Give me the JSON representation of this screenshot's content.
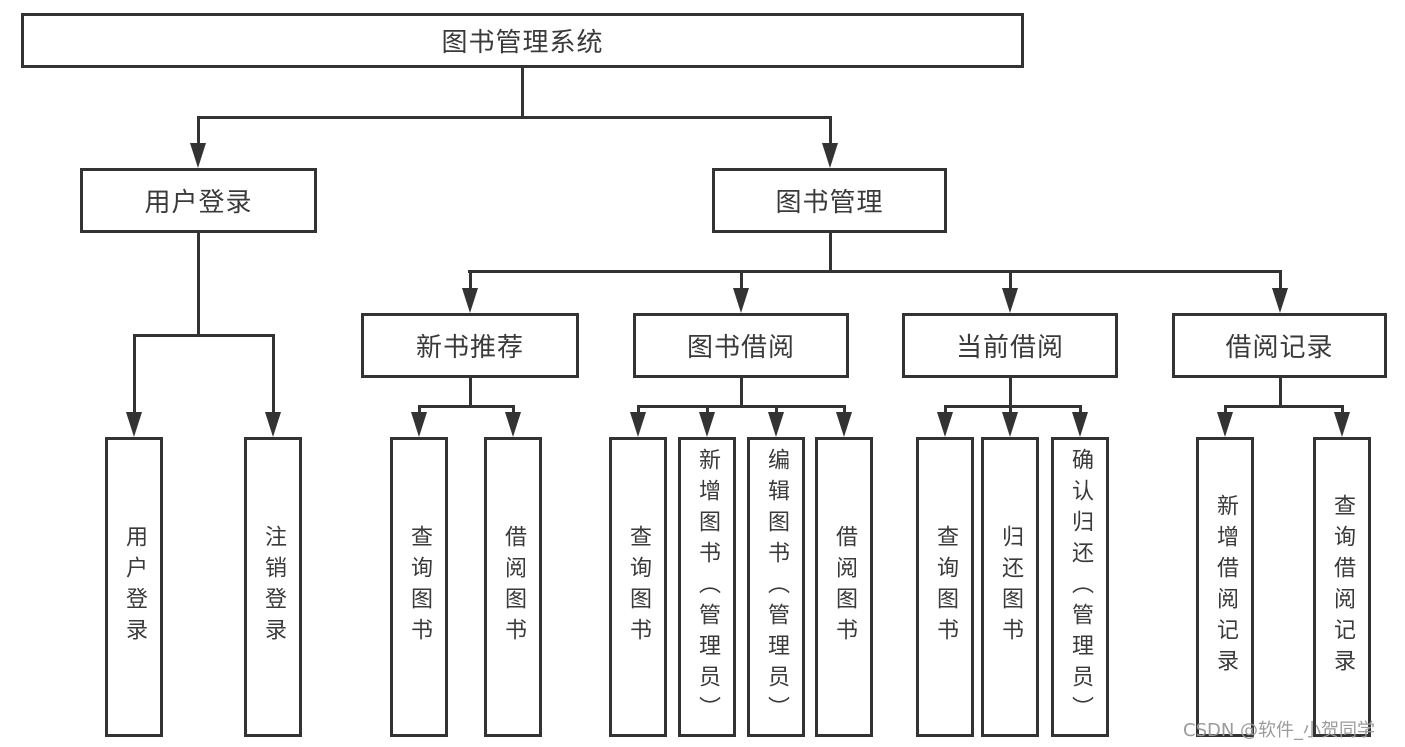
{
  "colors": {
    "line": "#333333",
    "text": "#3a3a3a",
    "watermark": "#9b9b9b",
    "background": "#ffffff"
  },
  "tree": {
    "root": "图书管理系统",
    "branches": [
      {
        "label": "用户登录",
        "children": [
          "用户登录",
          "注销登录"
        ]
      },
      {
        "label": "图书管理",
        "modules": [
          {
            "label": "新书推荐",
            "children": [
              "查询图书",
              "借阅图书"
            ]
          },
          {
            "label": "图书借阅",
            "children": [
              "查询图书",
              "新增图书（管理员）",
              "编辑图书（管理员）",
              "借阅图书"
            ]
          },
          {
            "label": "当前借阅",
            "children": [
              "查询图书",
              "归还图书",
              "确认归还（管理员）"
            ]
          },
          {
            "label": "借阅记录",
            "children": [
              "新增借阅记录",
              "查询借阅记录"
            ]
          }
        ]
      }
    ]
  },
  "watermark": {
    "text": "CSDN @软件_小贺同学"
  }
}
